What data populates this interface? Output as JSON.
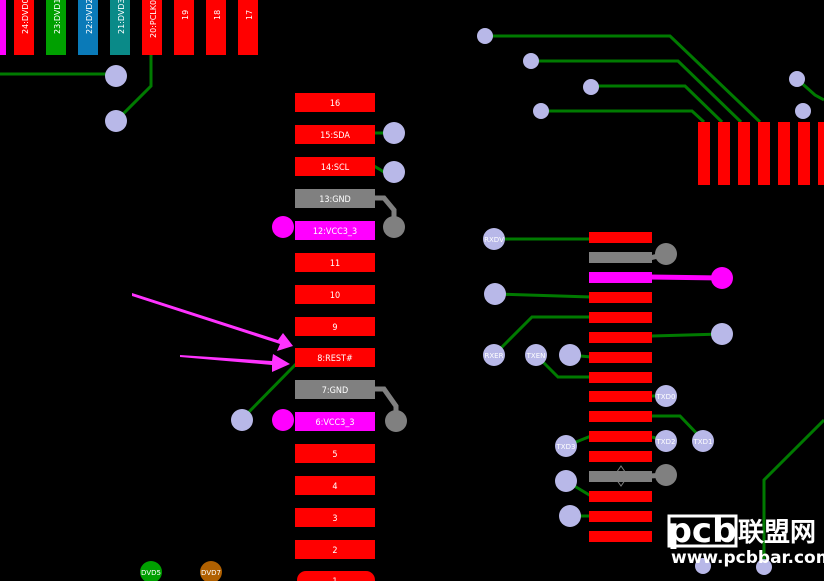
{
  "colors": {
    "background": "#000000",
    "pad_signal": "#ff0000",
    "pad_ground": "#808080",
    "pad_power": "#ff00ff",
    "trace": "#007a00",
    "via": "#b8b8e8"
  },
  "top_connector": {
    "pins": [
      "24:DVD0",
      "23:DVD1",
      "22:DVD2",
      "21:DVD3",
      "20:PCLK02",
      "19",
      "18",
      "17"
    ]
  },
  "left_connector": {
    "pins": [
      {
        "label": "16",
        "type": "signal"
      },
      {
        "label": "15:SDA",
        "type": "signal"
      },
      {
        "label": "14:SCL",
        "type": "signal"
      },
      {
        "label": "13:GND",
        "type": "ground"
      },
      {
        "label": "12:VCC3_3",
        "type": "power"
      },
      {
        "label": "11",
        "type": "signal"
      },
      {
        "label": "10",
        "type": "signal"
      },
      {
        "label": "9",
        "type": "signal"
      },
      {
        "label": "8:REST#",
        "type": "signal"
      },
      {
        "label": "7:GND",
        "type": "ground"
      },
      {
        "label": "6:VCC3_3",
        "type": "power"
      },
      {
        "label": "5",
        "type": "signal"
      },
      {
        "label": "4",
        "type": "signal"
      },
      {
        "label": "3",
        "type": "signal"
      },
      {
        "label": "2",
        "type": "signal"
      },
      {
        "label": "1",
        "type": "signal"
      }
    ]
  },
  "via_labels": {
    "rxdv": "RXDV",
    "rxer": "RXER",
    "txen": "TXEN",
    "txd0": "TXD0",
    "txd2": "TXD2",
    "txd1": "TXD1",
    "txd3": "TXD3",
    "dvd5": "DVD5",
    "dvd7": "DVD7"
  },
  "watermark": {
    "logo": "pcb",
    "chinese": "联盟网",
    "url": "www.pcbbar.com"
  }
}
